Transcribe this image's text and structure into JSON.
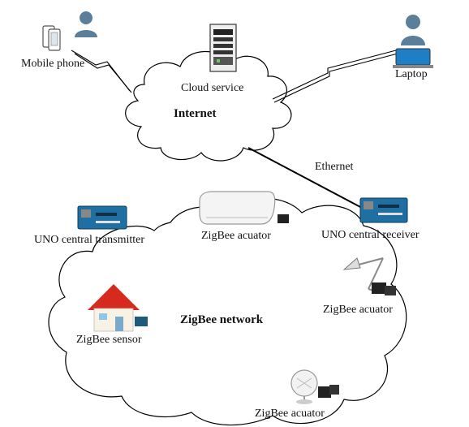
{
  "labels": {
    "mobile_phone": "Mobile phone",
    "cloud_service": "Cloud service",
    "laptop": "Laptop",
    "internet": "Internet",
    "ethernet": "Ethernet",
    "uno_transmitter": "UNO central transmitter",
    "uno_receiver": "UNO central receiver",
    "zigbee_actuator_ac": "ZigBee acuator",
    "zigbee_actuator_lamp": "ZigBee acuator",
    "zigbee_actuator_fan": "ZigBee acuator",
    "zigbee_sensor": "ZigBee sensor",
    "zigbee_network": "ZigBee network"
  },
  "colors": {
    "user_icon": "#5b7f9a",
    "board": "#1f6fa3",
    "house_roof": "#d62a1e",
    "line": "#000000"
  },
  "icons": [
    "user-icon",
    "phone-icon",
    "server-icon",
    "laptop-icon",
    "arduino-board-icon",
    "air-conditioner-icon",
    "house-icon",
    "lamp-icon",
    "fan-icon",
    "relay-module-icon"
  ]
}
